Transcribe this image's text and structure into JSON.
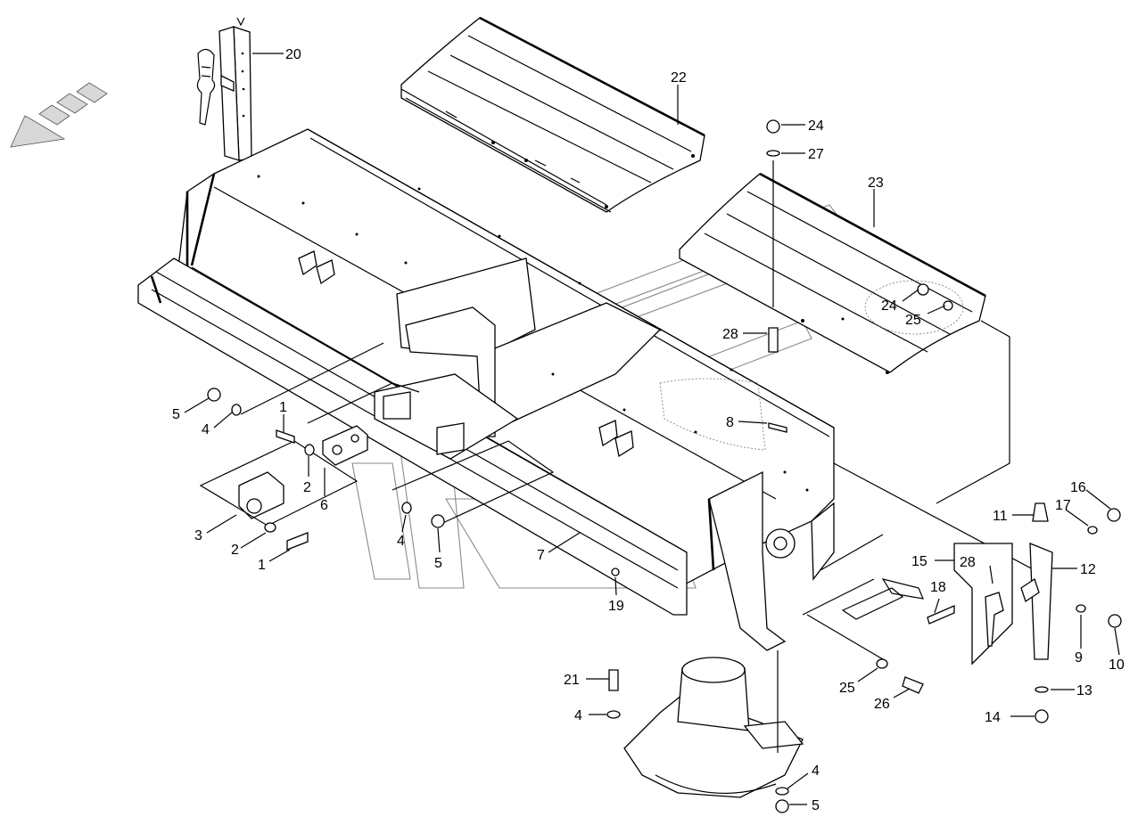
{
  "diagram": {
    "callouts": [
      {
        "id": "c-20",
        "label": "20"
      },
      {
        "id": "c-22",
        "label": "22"
      },
      {
        "id": "c-24a",
        "label": "24"
      },
      {
        "id": "c-27",
        "label": "27"
      },
      {
        "id": "c-23",
        "label": "23"
      },
      {
        "id": "c-24b",
        "label": "24"
      },
      {
        "id": "c-25a",
        "label": "25"
      },
      {
        "id": "c-28a",
        "label": "28"
      },
      {
        "id": "c-8",
        "label": "8"
      },
      {
        "id": "c-5a",
        "label": "5"
      },
      {
        "id": "c-4a",
        "label": "4"
      },
      {
        "id": "c-1a",
        "label": "1"
      },
      {
        "id": "c-2a",
        "label": "2"
      },
      {
        "id": "c-6",
        "label": "6"
      },
      {
        "id": "c-3",
        "label": "3"
      },
      {
        "id": "c-2b",
        "label": "2"
      },
      {
        "id": "c-1b",
        "label": "1"
      },
      {
        "id": "c-4b",
        "label": "4"
      },
      {
        "id": "c-5b",
        "label": "5"
      },
      {
        "id": "c-7",
        "label": "7"
      },
      {
        "id": "c-19",
        "label": "19"
      },
      {
        "id": "c-16",
        "label": "16"
      },
      {
        "id": "c-11",
        "label": "11"
      },
      {
        "id": "c-17",
        "label": "17"
      },
      {
        "id": "c-15",
        "label": "15"
      },
      {
        "id": "c-28b",
        "label": "28"
      },
      {
        "id": "c-12",
        "label": "12"
      },
      {
        "id": "c-18",
        "label": "18"
      },
      {
        "id": "c-9",
        "label": "9"
      },
      {
        "id": "c-10",
        "label": "10"
      },
      {
        "id": "c-13",
        "label": "13"
      },
      {
        "id": "c-14",
        "label": "14"
      },
      {
        "id": "c-21",
        "label": "21"
      },
      {
        "id": "c-4c",
        "label": "4"
      },
      {
        "id": "c-25b",
        "label": "25"
      },
      {
        "id": "c-26",
        "label": "26"
      },
      {
        "id": "c-4d",
        "label": "4"
      },
      {
        "id": "c-5c",
        "label": "5"
      }
    ]
  }
}
